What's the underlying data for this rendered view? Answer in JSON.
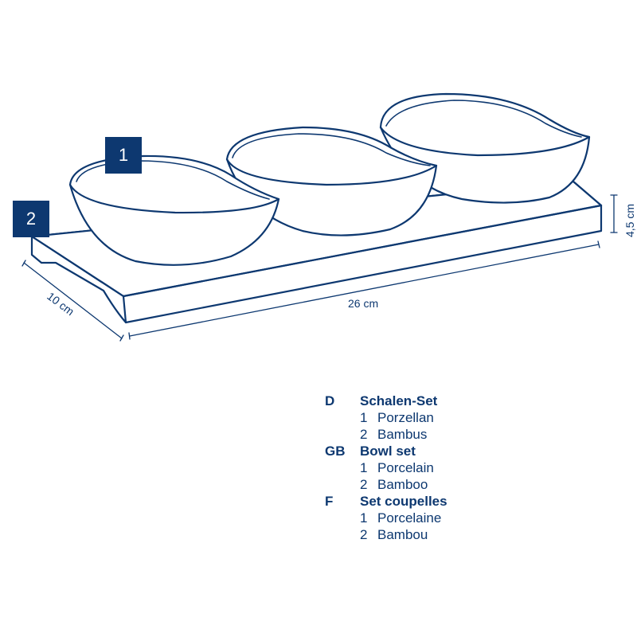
{
  "callouts": {
    "porcelain": "1",
    "bamboo": "2"
  },
  "dimensions": {
    "depth": "10 cm",
    "length": "26 cm",
    "height": "4,5 cm"
  },
  "legend": [
    {
      "code": "D",
      "title": "Schalen-Set",
      "items": [
        {
          "num": "1",
          "label": "Porzellan"
        },
        {
          "num": "2",
          "label": "Bambus"
        }
      ]
    },
    {
      "code": "GB",
      "title": "Bowl set",
      "items": [
        {
          "num": "1",
          "label": "Porcelain"
        },
        {
          "num": "2",
          "label": "Bamboo"
        }
      ]
    },
    {
      "code": "F",
      "title": "Set coupelles",
      "items": [
        {
          "num": "1",
          "label": "Porcelaine"
        },
        {
          "num": "2",
          "label": "Bambou"
        }
      ]
    }
  ],
  "colors": {
    "ink": "#0d3870"
  }
}
